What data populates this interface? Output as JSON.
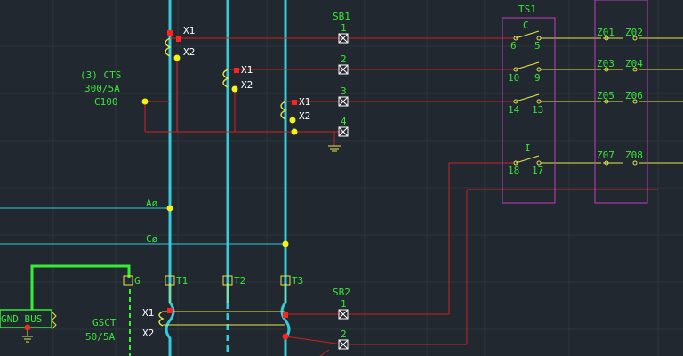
{
  "labels": {
    "x1_a": "X1",
    "x2_a": "X2",
    "x1_b": "X1",
    "x2_b": "X2",
    "x1_c": "X1",
    "x2_c": "X2",
    "cts_qty": "(3) CTS",
    "cts_ratio": "300/5A",
    "cts_class": "C100",
    "sb1": "SB1",
    "sb1_t1": "1",
    "sb1_t2": "2",
    "sb1_t3": "3",
    "sb1_t4": "4",
    "ts1": "TS1",
    "ts_c": "C",
    "ts_i": "I",
    "ts_6": "6",
    "ts_5": "5",
    "ts_10": "10",
    "ts_9": "9",
    "ts_14": "14",
    "ts_13": "13",
    "ts_18": "18",
    "ts_17": "17",
    "z01": "Z01",
    "z02": "Z02",
    "z03": "Z03",
    "z04": "Z04",
    "z05": "Z05",
    "z06": "Z06",
    "z07": "Z07",
    "z08": "Z08",
    "a_phase": "Aø",
    "c_phase": "Cø",
    "g": "G",
    "t1": "T1",
    "t2": "T2",
    "t3": "T3",
    "sb2": "SB2",
    "sb2_t1": "1",
    "sb2_t2": "2",
    "gnd_bus": "GND BUS",
    "gsct": "GSCT",
    "gsct_ratio": "50/5A",
    "x1_g": "X1",
    "x2_g": "X2"
  },
  "colors": {
    "background": "#212830",
    "grid": "#2e353d",
    "bus_cyan": "#33ccdd",
    "wire_red": "#cc2222",
    "wire_yellow": "#e6e64d",
    "node_yellow": "#f2f21a",
    "text_green": "#39e639",
    "magenta": "#c23cc2",
    "ground_green": "#33ee33",
    "terminal": "#ffffff",
    "dot_red": "#ff2222"
  }
}
